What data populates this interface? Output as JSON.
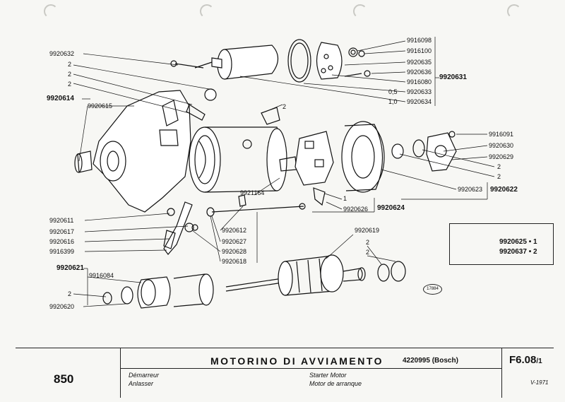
{
  "model": "850",
  "title": "MOTORINO DI AVVIAMENTO",
  "part_number": "4220995 (Bosch)",
  "sheet_code": "F6.08",
  "sheet_suffix": "/1",
  "date": "V-1971",
  "lang_fr": "Démarreur",
  "lang_de": "Anlasser",
  "lang_en": "Starter Motor",
  "lang_es": "Motor de arranque",
  "figure_ref": "17884",
  "inset": {
    "line1": "9920625 • 1",
    "line2": "9920637 • 2"
  },
  "labels": {
    "l9920632": "9920632",
    "l2a": "2",
    "l2b": "2",
    "l2c": "2",
    "l9920614": "9920614",
    "l9920615": "9920615",
    "l9916098": "9916098",
    "l9916100": "9916100",
    "l9920635": "9920635",
    "l9920636": "9920636",
    "l9916080": "9916080",
    "l9920633": "9920633",
    "l9920634": "9920634",
    "l05": "0,5",
    "l10": "1,0",
    "l9920631": "9920631",
    "l2d": "2",
    "l9916091": "9916091",
    "l9920630": "9920630",
    "l9920629": "9920629",
    "l2e": "2",
    "l2f": "2",
    "l9920623": "9920623",
    "l9920622": "9920622",
    "l9921164": "9921164",
    "l1": "1",
    "l9920626": "9920626",
    "l9920624": "9920624",
    "l9920611": "9920611",
    "l9920617": "9920617",
    "l9920616": "9920616",
    "l9916399": "9916399",
    "l9920612": "9920612",
    "l9920627": "9920627",
    "l9920628": "9920628",
    "l9920618": "9920618",
    "l9920619": "9920619",
    "l2g": "2",
    "l2h": "2",
    "l9920621": "9920621",
    "l9916084": "9916084",
    "l2i": "2",
    "l9920620": "9920620"
  }
}
